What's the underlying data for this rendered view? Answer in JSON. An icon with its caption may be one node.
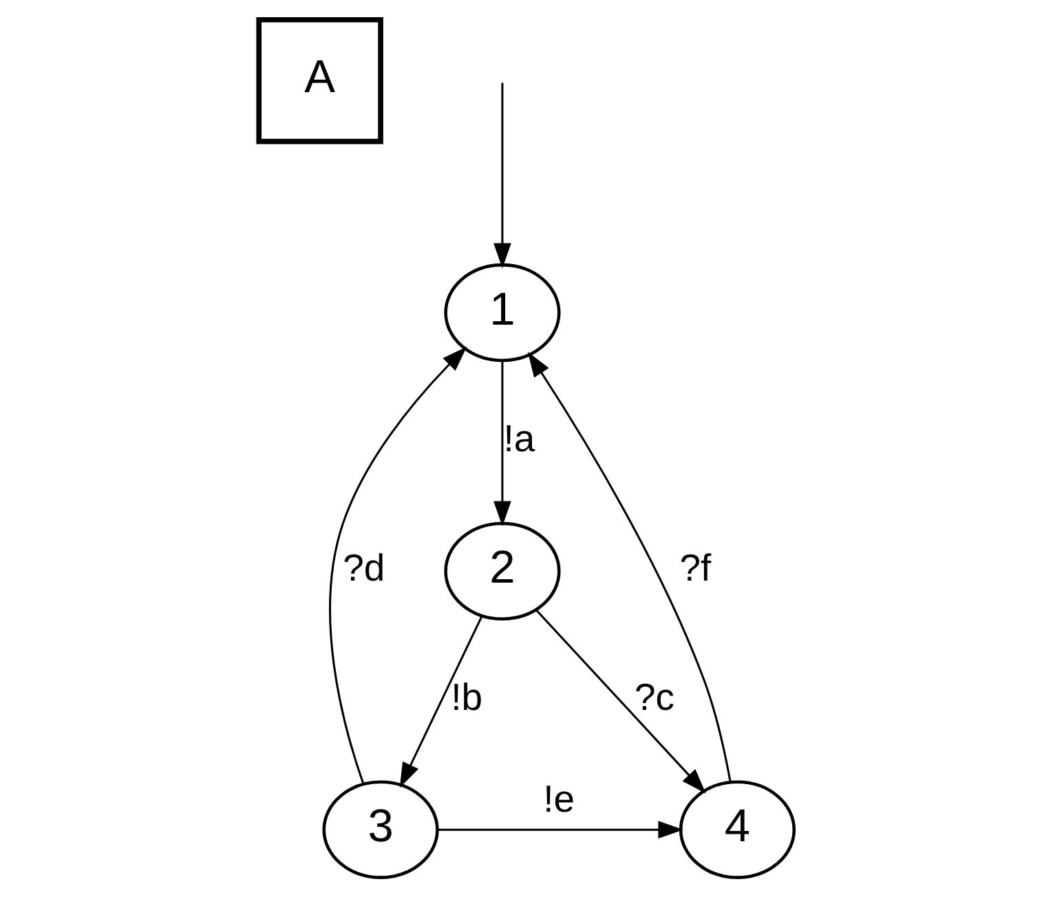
{
  "diagram": {
    "nodes": [
      {
        "text": [
          "A"
        ]
      },
      {
        "text": [
          "1"
        ]
      },
      {
        "text": [
          "2"
        ]
      },
      {
        "text": [
          "3"
        ]
      },
      {
        "text": [
          "4"
        ]
      }
    ],
    "edges": [
      {
        "from": null,
        "to": 1,
        "arrow": "to"
      },
      {
        "from": 1,
        "to": 2,
        "arrow": "to",
        "label": "!a"
      },
      {
        "from": 2,
        "to": 3,
        "arrow": "to",
        "label": "!b"
      },
      {
        "from": 2,
        "to": 4,
        "arrow": "to",
        "label": "?c"
      },
      {
        "from": 3,
        "to": 1,
        "arrow": "to",
        "label": "?d"
      },
      {
        "from": 3,
        "to": 4,
        "arrow": "to",
        "label": "!e"
      },
      {
        "from": 4,
        "to": 1,
        "arrow": "to",
        "label": "?f"
      }
    ]
  }
}
